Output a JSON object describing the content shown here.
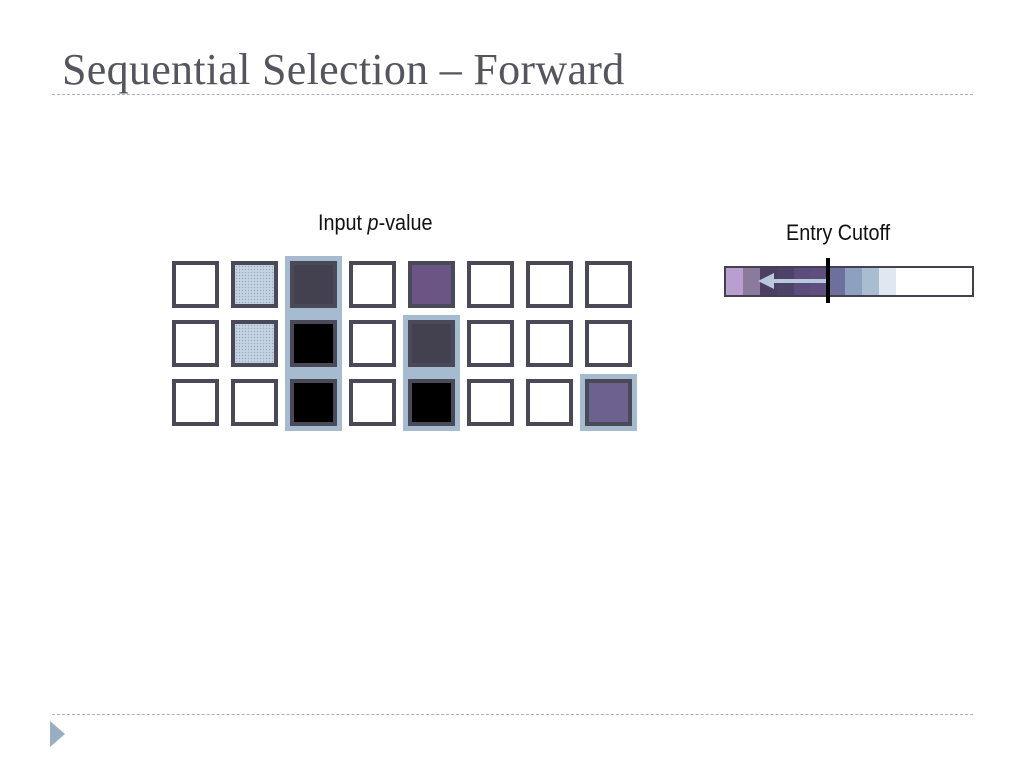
{
  "slide": {
    "title": "Sequential Selection – Forward"
  },
  "diagram": {
    "input_label_prefix": "Input ",
    "input_label_italic": "p",
    "input_label_suffix": "-value",
    "cutoff_label": "Entry Cutoff",
    "highlight_columns": [
      {
        "col": 2,
        "rows": [
          0,
          1,
          2
        ]
      },
      {
        "col": 4,
        "rows": [
          1,
          2
        ]
      },
      {
        "col": 7,
        "rows": [
          2
        ]
      }
    ],
    "grid": [
      [
        "empty",
        "lightblue",
        "slate",
        "empty",
        "purple",
        "empty",
        "empty",
        "empty"
      ],
      [
        "empty",
        "lightblue",
        "black",
        "empty",
        "slate",
        "empty",
        "empty",
        "empty"
      ],
      [
        "empty",
        "empty",
        "black",
        "empty",
        "black",
        "empty",
        "empty",
        "violet"
      ]
    ],
    "colors": {
      "cell_border": "#4a4958",
      "highlight": "#a6bbcf",
      "arrow": "#b7c9db",
      "title": "#55555f"
    },
    "cutoff_bar_gradient": [
      "#b89fd0",
      "#8c7a9c",
      "#4c3f63",
      "#4d4369",
      "#5c4c7c",
      "#5f4f81",
      "#6d6f9c",
      "#8ea0c0",
      "#a9bdd0",
      "#dfe8f0",
      "#ffffff"
    ]
  }
}
